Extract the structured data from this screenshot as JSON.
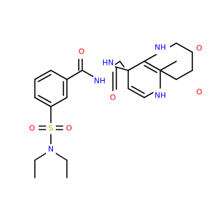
{
  "colors": {
    "carbon": "#000000",
    "oxygen": "#ff0000",
    "nitrogen": "#0000ff",
    "sulfur": "#b2b200",
    "background": "#ffffff"
  },
  "atoms": {
    "o_amide_left": "O",
    "nh_hydrazide_1": "NH",
    "nh_hydrazide_2": "HN",
    "o_amide_right": "O",
    "nh_ring_top": "NH",
    "nh_ring_bottom": "NH",
    "o_dione_top": "O",
    "o_dione_bottom": "O",
    "s_sulfonyl": "S",
    "o_sulfonyl_left": "O",
    "o_sulfonyl_right": "O",
    "n_amine": "N"
  }
}
